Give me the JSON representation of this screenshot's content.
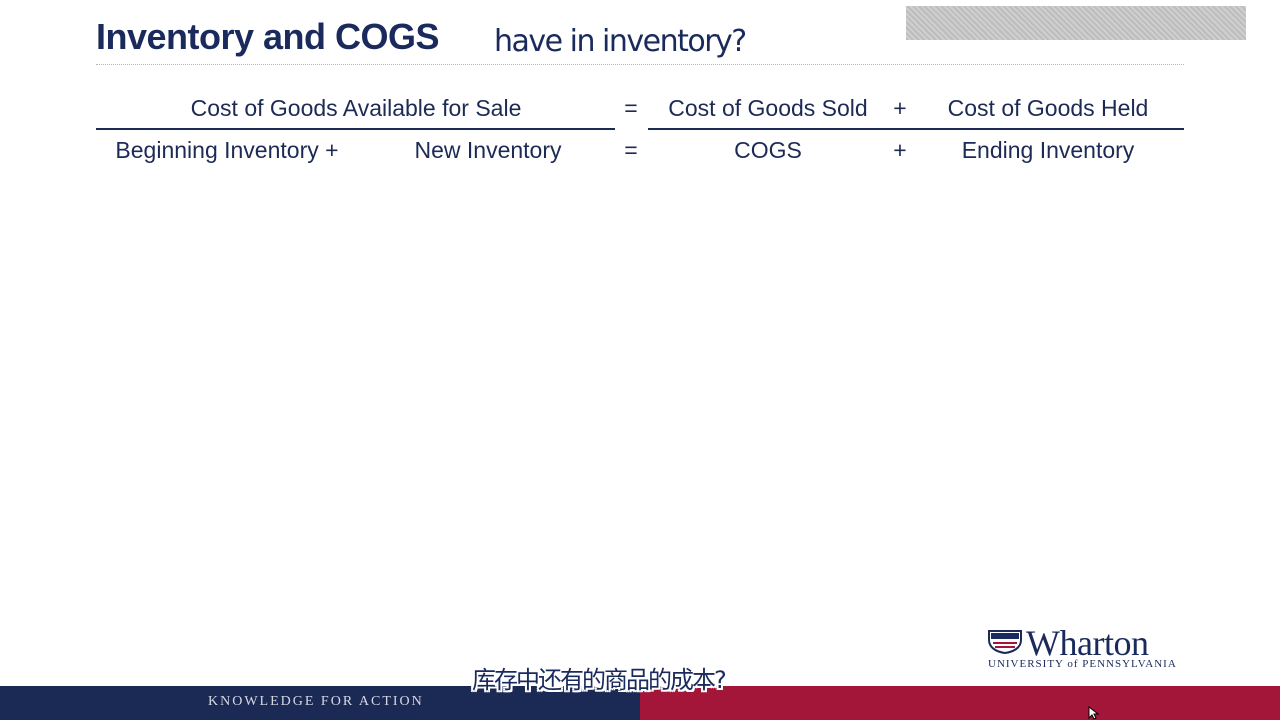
{
  "slide": {
    "title": "Inventory and COGS"
  },
  "captions": {
    "top": "have in inventory?",
    "bottom": "库存中还有的商品的成本?"
  },
  "equation": {
    "row1": {
      "left": "Cost of Goods Available for Sale",
      "equals": "=",
      "middle": "Cost of Goods Sold",
      "plus": "+",
      "right": "Cost of Goods Held"
    },
    "row2": {
      "beginning": "Beginning Inventory +",
      "new": "New Inventory",
      "equals": "=",
      "cogs": "COGS",
      "plus": "+",
      "ending": "Ending Inventory"
    }
  },
  "branding": {
    "logo_name": "Wharton",
    "logo_sub": "UNIVERSITY of PENNSYLVANIA",
    "tagline": "KNOWLEDGE FOR ACTION"
  },
  "colors": {
    "navy": "#1b2a55",
    "crimson": "#a4153a"
  },
  "icons": {
    "cursor": "mouse-pointer-icon",
    "shield": "penn-shield-icon"
  }
}
